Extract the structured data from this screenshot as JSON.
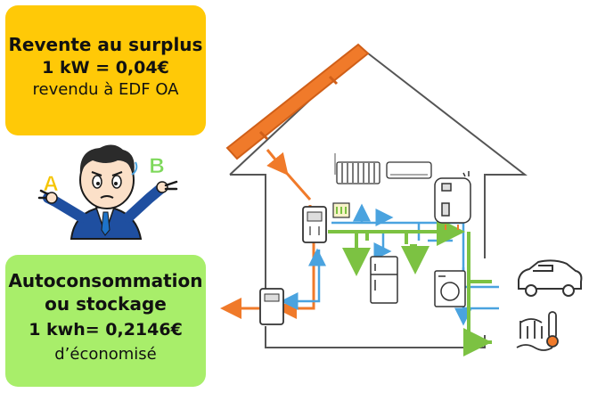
{
  "surplus_card": {
    "title": "Revente au surplus",
    "formula": "1 kW = 0,04€",
    "subtitle": "revendu à EDF OA",
    "color": "#FFC907"
  },
  "selfconsumption_card": {
    "title_line1": "Autoconsommation",
    "title_line2": "ou stockage",
    "formula": "1 kwh= 0,2146€",
    "subtitle": "d’économisé",
    "color": "#A8EE6A"
  },
  "choice_labels": {
    "a": "A",
    "b": "B",
    "a_color": "#F5C400",
    "b_color": "#7DD85A"
  },
  "diagram_colors": {
    "solar_flow": "#F07A2A",
    "consumption_flow": "#7CC242",
    "grid_flow": "#4AA3DF",
    "house_outline": "#555555"
  },
  "icons": [
    "solar-panel-icon",
    "inverter-icon",
    "meter-icon",
    "battery-icon",
    "radiator-icon",
    "air-conditioner-icon",
    "water-heater-icon",
    "refrigerator-icon",
    "washing-machine-icon",
    "car-icon",
    "heat-pump-icon",
    "confused-man-illustration"
  ]
}
